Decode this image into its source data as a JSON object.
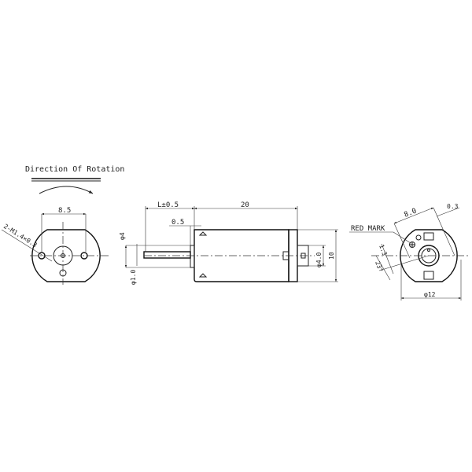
{
  "title": "Direction Of Rotation",
  "front_view": {
    "width_dim": "8.5",
    "hole_callout": "2-M1.4×0.3"
  },
  "side_view": {
    "shaft_length": "L±0.5",
    "body_length": "20",
    "flange_thickness": "0.5",
    "boss_dia": "φ4",
    "shaft_dia": "φ1.0",
    "rear_dia": "φ4.0",
    "height": "10"
  },
  "rear_view": {
    "red_mark": "RED MARK",
    "terminal_spacing": "8.0",
    "terminal_thickness": "0.3",
    "terminal_width": "1.3",
    "angle": "23°",
    "diameter": "φ12"
  }
}
